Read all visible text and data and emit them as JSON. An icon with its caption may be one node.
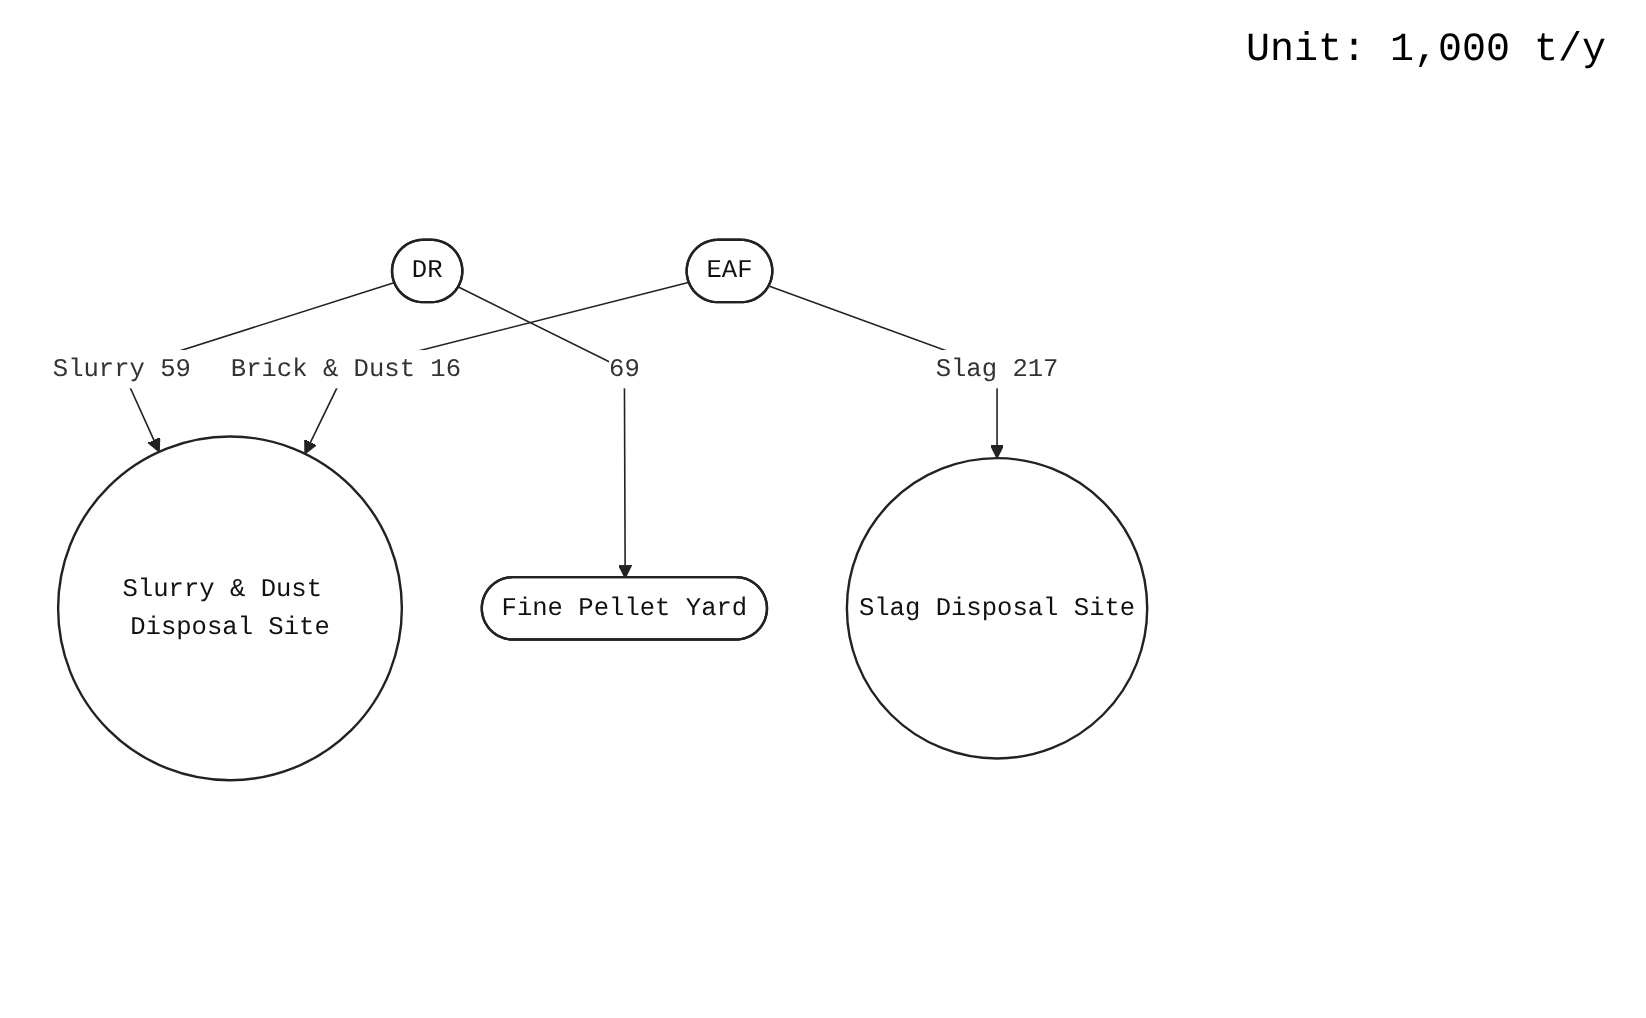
{
  "diagram": {
    "nodes": [
      {
        "text": [
          "DR"
        ]
      },
      {
        "text": [
          "EAF"
        ]
      },
      {
        "text": [
          "Slurry & Dust Disposal Site"
        ]
      },
      {
        "text": [
          "Slag Disposal Site"
        ]
      },
      {
        "text": [
          "Fine Pellet Yard"
        ]
      }
    ],
    "edges": [
      {
        "from": 0,
        "to": 2,
        "arrow": "to",
        "label": "Slurry 59"
      },
      {
        "from": 1,
        "to": 2,
        "arrow": "to",
        "label": "Brick & Dust 16"
      },
      {
        "from": 1,
        "to": 3,
        "arrow": "to",
        "label": "Slag 217"
      },
      {
        "from": 0,
        "to": 4,
        "arrow": "to",
        "label": "69"
      }
    ],
    "labels": [
      "Unit: 1,000 t/y"
    ]
  }
}
